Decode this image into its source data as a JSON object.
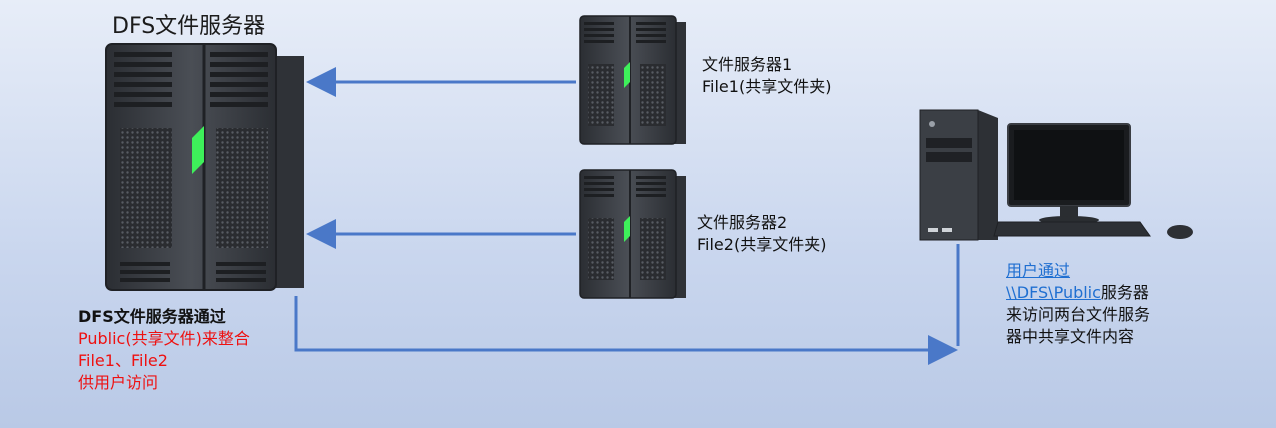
{
  "dfs": {
    "title": "DFS文件服务器"
  },
  "server1": {
    "name": "文件服务器1",
    "share": "File1(共享文件夹)"
  },
  "server2": {
    "name": "文件服务器2",
    "share": "File2(共享文件夹)"
  },
  "dfs_desc": {
    "line1": "DFS文件服务器通过",
    "line2": "Public(共享文件)来整合",
    "line3": "File1、File2",
    "line4": "供用户访问"
  },
  "client_desc": {
    "link_line1": "用户通过",
    "link_line2": "\\\\DFS\\Public",
    "line2_rest": "服务器",
    "line3": "来访问两台文件服务",
    "line4": "器中共享文件内容"
  },
  "colors": {
    "arrow": "#4a78c8",
    "server_body": "#3a3d43",
    "led": "#3ef05a",
    "text_red": "#ee1111",
    "link": "#1f6fd1"
  },
  "icons": [
    "dfs-server-icon",
    "file-server-icon",
    "desktop-computer-icon"
  ]
}
